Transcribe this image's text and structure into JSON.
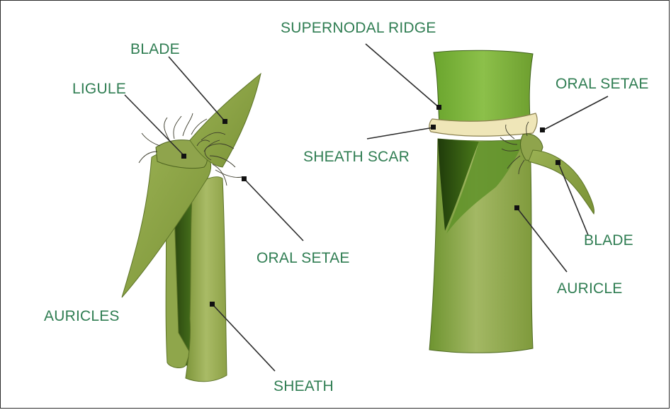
{
  "diagram": {
    "left_labels": {
      "blade": "BLADE",
      "ligule": "LIGULE",
      "oral_setae": "ORAL SETAE",
      "auricles": "AURICLES",
      "sheath": "SHEATH"
    },
    "right_labels": {
      "supernodal_ridge": "SUPERNODAL RIDGE",
      "oral_setae": "ORAL SETAE",
      "sheath_scar": "SHEATH SCAR",
      "blade": "BLADE",
      "auricle": "AURICLE"
    },
    "colors": {
      "label_text": "#2f7d52",
      "leader_line": "#2b2b2b",
      "sheath_light": "#a8b868",
      "sheath_dark": "#3f6a1c",
      "node_ring": "#efe6b8",
      "frame_border": "#2b2b2b"
    }
  }
}
